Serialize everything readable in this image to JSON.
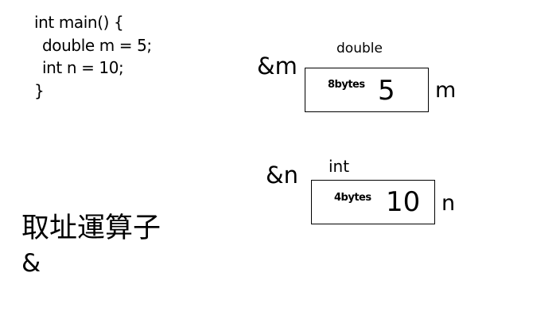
{
  "code": {
    "lines": [
      "int main() {",
      "double m = 5;",
      "int n = 10;",
      "}"
    ]
  },
  "variables": [
    {
      "address_label": "&m",
      "type": "double",
      "size": "8bytes",
      "value": "5",
      "name": "m"
    },
    {
      "address_label": "&n",
      "type": "int",
      "size": "4bytes",
      "value": "10",
      "name": "n"
    }
  ],
  "operator": {
    "title": "取址運算子",
    "symbol": "&"
  }
}
